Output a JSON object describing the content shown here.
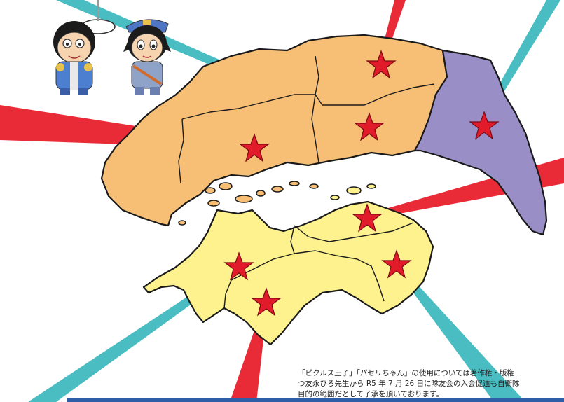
{
  "colors": {
    "chugoku": "#f7bf75",
    "kansai": "#9a8ec6",
    "shikoku": "#fdf28e",
    "ray_red": "#e8202d",
    "ray_teal": "#3fb9bf",
    "star": "#e21b2b",
    "footer_bar": "#2f5ea8"
  },
  "icons": {
    "star": "star-marker-icon",
    "characters": "pickles-prince-and-paseri-chan-illustration"
  },
  "notice": {
    "line1": "「ピクルス王子」「パセリちゃん」の使用については著作権・版権",
    "line2": "つ友永ひろ先生から R5 年 7 月 26 日に隊友会の入会促進も自衛隊",
    "line3": "目的の範囲だとして了承を頂いております。"
  }
}
